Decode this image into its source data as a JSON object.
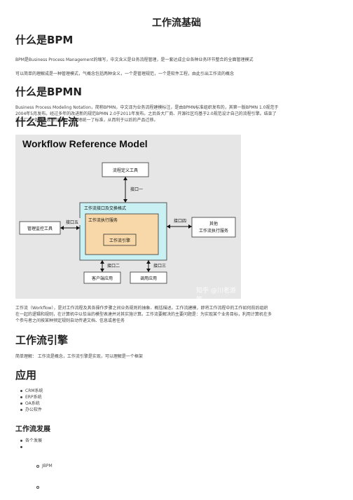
{
  "doc_title": "工作流基础",
  "sections": {
    "bpm": {
      "heading": "什么是BPM",
      "paras": [
        "BPM是Business Process Management的缩写，中文含义是业务流程管理，是一套达成企业各种业务环节整合的全面管理模式",
        "可以简单的理解成是一种管理模式，气概念包括两种含义，一个是管理规范，一个是软件工程，由此引出工作流的概念"
      ]
    },
    "bpmn": {
      "heading": "什么是BPMN",
      "lines": [
        "Business Process Modeling Notation，简称BPMN，中文译为业务流程建模标注，是由BPMN标准组织发布的，其第一版BPMN 1.0规范于",
        "2004年5月发布。经过多年的改进新的规范BPMN 2.0于2011年发布。之后各大厂商、开源社区均基于2.0规范设计自己的流程引擎。结束了",
        "各个厂商\"各自为政\"的局面，相应地统一了标准，从而利于以后的产品迁移。"
      ]
    },
    "workflow": {
      "heading": "什么是工作流",
      "figure": {
        "title": "Workflow Reference Model",
        "boxes": {
          "definition_tool": "流程定义工具",
          "engine_outer": "工作流接口及交换格式",
          "engine_service": "工作流执行服务",
          "engine": "工作流引擎",
          "admin": "管理监控工具",
          "other": "其他",
          "other_line2": "工作流执行服务",
          "client": "客户端应用",
          "invoke": "调用应用"
        },
        "interfaces": {
          "if1": "接口一",
          "if2": "接口二",
          "if3": "接口三",
          "if4": "接口四",
          "if5": "接口五"
        },
        "watermark": "知乎 @川老游笔"
      },
      "lines": [
        "工作流（Workflow），是对工作流程及其各操作步骤之间业务规则的抽象、概括描述。工作流建模，即将工作流程中的工作如何前后组织",
        "在一起的逻辑和规则，在计算机中以恰当的模型表達并对其实施计算。工作流要解决的主要问题是：为实现某个业务目标，利用计算机在多",
        "个参与者之间按某种预定规则自动传递文档、信息或者任务"
      ]
    },
    "engine": {
      "heading": "工作流引擎",
      "para": "简单理解：  工作流是概念，工作流引擎是实现，可以理解是一个框架"
    },
    "apps": {
      "heading": "应用",
      "items": [
        "CRM系统",
        "ERP系统",
        "OA系统",
        "办公软件"
      ]
    },
    "dev": {
      "heading": "工作流发展",
      "items": [
        "各个发展",
        ""
      ],
      "sub_items": [
        "JBPM",
        ""
      ]
    }
  }
}
